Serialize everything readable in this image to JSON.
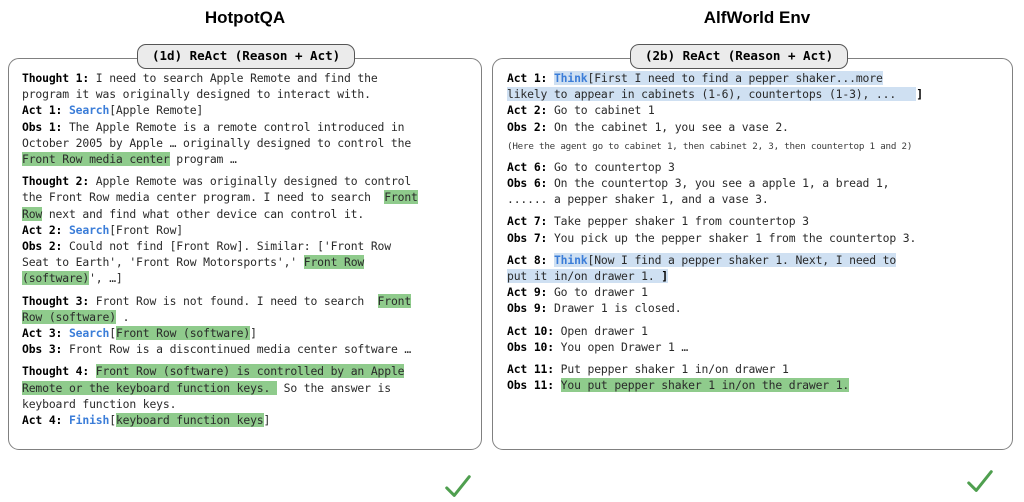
{
  "panels": [
    {
      "title": "HotpotQA",
      "pill": "(1d) ReAct (Reason + Act)",
      "check_icon": "green-check-icon",
      "lines": [
        {
          "label": "Thought 1",
          "sep": ": ",
          "segments": [
            {
              "t": "I need to search Apple Remote and find the\nprogram it was originally designed to interact with.",
              "style": "plain"
            }
          ]
        },
        {
          "label": "Act 1",
          "sep": ": ",
          "segments": [
            {
              "t": "Search",
              "style": "action"
            },
            {
              "t": "[Apple Remote]",
              "style": "plain"
            }
          ]
        },
        {
          "label": "Obs 1",
          "sep": ": ",
          "segments": [
            {
              "t": "The Apple Remote is a remote control introduced in\nOctober 2005 by Apple … originally designed to control the\n",
              "style": "plain"
            },
            {
              "t": "Front Row media center",
              "style": "green"
            },
            {
              "t": " program …",
              "style": "plain"
            }
          ]
        },
        {
          "blank": true
        },
        {
          "label": "Thought 2",
          "sep": ": ",
          "segments": [
            {
              "t": "Apple Remote was originally designed to control\nthe Front Row media center program. I need to search  ",
              "style": "plain"
            },
            {
              "t": "Front\nRow",
              "style": "green"
            },
            {
              "t": " next and find what other device can control it.",
              "style": "plain"
            }
          ]
        },
        {
          "label": "Act 2",
          "sep": ": ",
          "segments": [
            {
              "t": "Search",
              "style": "action"
            },
            {
              "t": "[Front Row]",
              "style": "plain"
            }
          ]
        },
        {
          "label": "Obs 2",
          "sep": ": ",
          "segments": [
            {
              "t": "Could not find [Front Row]. Similar: ['Front Row\nSeat to Earth', 'Front Row Motorsports',' ",
              "style": "plain"
            },
            {
              "t": "Front Row\n(software)",
              "style": "green"
            },
            {
              "t": "', …]",
              "style": "plain"
            }
          ]
        },
        {
          "blank": true
        },
        {
          "label": "Thought 3",
          "sep": ": ",
          "segments": [
            {
              "t": "Front Row is not found. I need to search  ",
              "style": "plain"
            },
            {
              "t": "Front\nRow (software)",
              "style": "green"
            },
            {
              "t": " .",
              "style": "plain"
            }
          ]
        },
        {
          "label": "Act 3",
          "sep": ": ",
          "segments": [
            {
              "t": "Search",
              "style": "action"
            },
            {
              "t": "[",
              "style": "plain"
            },
            {
              "t": "Front Row (software)",
              "style": "green"
            },
            {
              "t": "]",
              "style": "plain"
            }
          ]
        },
        {
          "label": "Obs 3",
          "sep": ": ",
          "segments": [
            {
              "t": "Front Row is a discontinued media center software …",
              "style": "plain"
            }
          ]
        },
        {
          "blank": true
        },
        {
          "label": "Thought 4",
          "sep": ": ",
          "segments": [
            {
              "t": "Front Row (software) is controlled by an Apple\nRemote or the keyboard function keys. ",
              "style": "green"
            },
            {
              "t": " So the answer is\nkeyboard function keys.",
              "style": "plain"
            }
          ]
        },
        {
          "label": "Act 4",
          "sep": ": ",
          "segments": [
            {
              "t": "Finish",
              "style": "action"
            },
            {
              "t": "[",
              "style": "plain"
            },
            {
              "t": "keyboard function keys",
              "style": "green"
            },
            {
              "t": "]",
              "style": "plain"
            }
          ]
        }
      ]
    },
    {
      "title": "AlfWorld Env",
      "pill": "(2b) ReAct (Reason + Act)",
      "check_icon": "green-check-icon",
      "lines": [
        {
          "label": "Act 1",
          "sep": ": ",
          "segments": [
            {
              "t": "Think",
              "style": "action-blue"
            },
            {
              "t": "[First I need to find a pepper shaker...more\nlikely to appear in cabinets (1-6), countertops (1-3), ...   ",
              "style": "blue"
            },
            {
              "t": "]",
              "style": "bold"
            }
          ]
        },
        {
          "label": "Act 2",
          "sep": ": ",
          "segments": [
            {
              "t": "Go to cabinet 1",
              "style": "plain"
            }
          ]
        },
        {
          "label": "Obs 2",
          "sep": ": ",
          "segments": [
            {
              "t": "On the cabinet 1, you see a vase 2.",
              "style": "plain"
            }
          ]
        },
        {
          "blank_sm": true
        },
        {
          "note": "(Here the agent go to cabinet 1, then cabinet 2, 3, then countertop 1 and 2)"
        },
        {
          "blank_sm": true
        },
        {
          "label": "Act 6",
          "sep": ": ",
          "segments": [
            {
              "t": "Go to countertop 3",
              "style": "plain"
            }
          ]
        },
        {
          "label": "Obs 6",
          "sep": ": ",
          "segments": [
            {
              "t": "On the countertop 3, you see a apple 1, a bread 1,\n...... a pepper shaker 1, and a vase 3.",
              "style": "plain"
            }
          ]
        },
        {
          "blank": true
        },
        {
          "label": "Act 7",
          "sep": ": ",
          "segments": [
            {
              "t": "Take pepper shaker 1 from countertop 3",
              "style": "plain"
            }
          ]
        },
        {
          "label": "Obs 7",
          "sep": ": ",
          "segments": [
            {
              "t": "You pick up the pepper shaker 1 from the countertop 3.",
              "style": "plain"
            }
          ]
        },
        {
          "blank": true
        },
        {
          "label": "Act 8",
          "sep": ": ",
          "segments": [
            {
              "t": "Think",
              "style": "action-blue"
            },
            {
              "t": "[Now I find a pepper shaker 1. Next, I need to\nput it in/on drawer 1. ",
              "style": "blue"
            },
            {
              "t": "]",
              "style": "bold-blue"
            }
          ]
        },
        {
          "label": "Act 9",
          "sep": ": ",
          "segments": [
            {
              "t": "Go to drawer 1",
              "style": "plain"
            }
          ]
        },
        {
          "label": "Obs 9",
          "sep": ": ",
          "segments": [
            {
              "t": "Drawer 1 is closed.",
              "style": "plain"
            }
          ]
        },
        {
          "blank": true
        },
        {
          "label": "Act 10",
          "sep": ": ",
          "segments": [
            {
              "t": "Open drawer 1",
              "style": "plain"
            }
          ]
        },
        {
          "label": "Obs 10",
          "sep": ": ",
          "segments": [
            {
              "t": "You open Drawer 1 …",
              "style": "plain"
            }
          ]
        },
        {
          "blank": true
        },
        {
          "label": "Act 11",
          "sep": ": ",
          "segments": [
            {
              "t": "Put pepper shaker 1 in/on drawer 1",
              "style": "plain"
            }
          ]
        },
        {
          "label": "Obs 11",
          "sep": ": ",
          "segments": [
            {
              "t": "You put pepper shaker 1 in/on the drawer 1.",
              "style": "green"
            }
          ]
        }
      ]
    }
  ],
  "colors": {
    "highlight_green": "#8fcb8c",
    "highlight_blue": "#cfe0f2",
    "action_blue": "#3b7dd8",
    "check_green": "#4f9f4f",
    "panel_border": "#808080",
    "pill_bg": "#ebebeb"
  }
}
